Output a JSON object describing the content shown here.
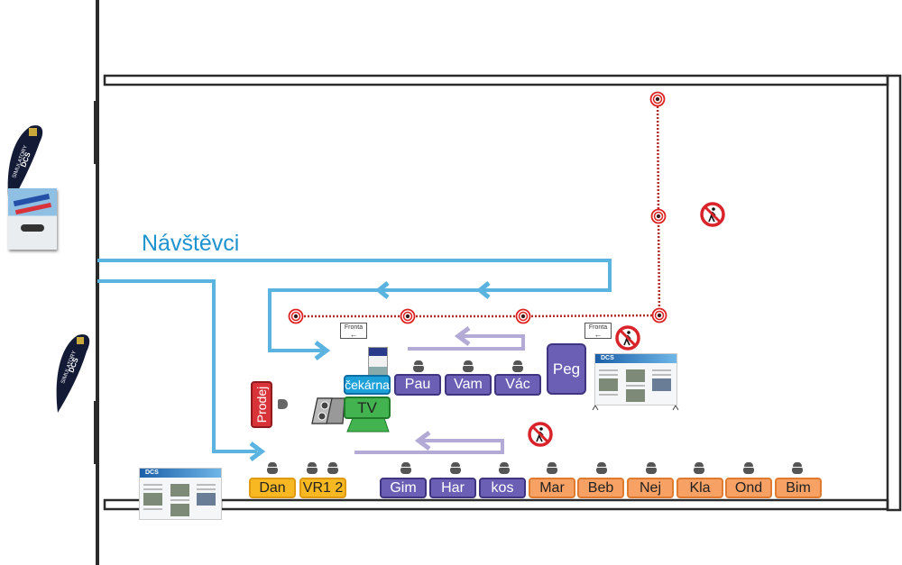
{
  "title": "Návštěvci",
  "colors": {
    "visitor_path": "#5bb4e0",
    "queue_path": "#b3aad6",
    "rope": "#b32a2a",
    "wall": "#2b2b2b",
    "purple_station": "#6a5fb5",
    "orange_station": "#f7a165",
    "yellow_station": "#f8b822",
    "waiting": "#1ea0d8",
    "tv": "#43b34f",
    "sales": "#d9333a"
  },
  "queue_signs": [
    {
      "label": "Fronta",
      "icon": "arrow-left-icon"
    },
    {
      "label": "Fronta",
      "icon": "arrow-left-icon"
    }
  ],
  "upper_stations": [
    {
      "label": "Pau",
      "color": "purple"
    },
    {
      "label": "Vam",
      "color": "purple"
    },
    {
      "label": "Vác",
      "color": "purple"
    }
  ],
  "peg": {
    "label": "Peg"
  },
  "waiting_area": {
    "label": "čekárna"
  },
  "tv": {
    "label": "TV"
  },
  "sales": {
    "label": "Prodej"
  },
  "lower_stations": [
    {
      "label": "Dan",
      "color": "yellow",
      "seats": 1
    },
    {
      "label": "VR1 2",
      "color": "yellow",
      "seats": 2
    },
    {
      "label": "Gim",
      "color": "purple",
      "seats": 1
    },
    {
      "label": "Har",
      "color": "purple",
      "seats": 1
    },
    {
      "label": "kos",
      "color": "purple",
      "seats": 1
    },
    {
      "label": "Mar",
      "color": "orange",
      "seats": 1
    },
    {
      "label": "Beb",
      "color": "orange",
      "seats": 1
    },
    {
      "label": "Nej",
      "color": "orange",
      "seats": 1
    },
    {
      "label": "Kla",
      "color": "orange",
      "seats": 1
    },
    {
      "label": "Ond",
      "color": "orange",
      "seats": 1
    },
    {
      "label": "Bim",
      "color": "orange",
      "seats": 1
    }
  ],
  "banners": [
    {
      "text": "SIMULATORY",
      "logo": "DCS"
    },
    {
      "text": "SIMULATORY",
      "logo": "DCS"
    }
  ],
  "posters": [
    {
      "header": "DCS"
    },
    {
      "header": "DCS"
    }
  ]
}
